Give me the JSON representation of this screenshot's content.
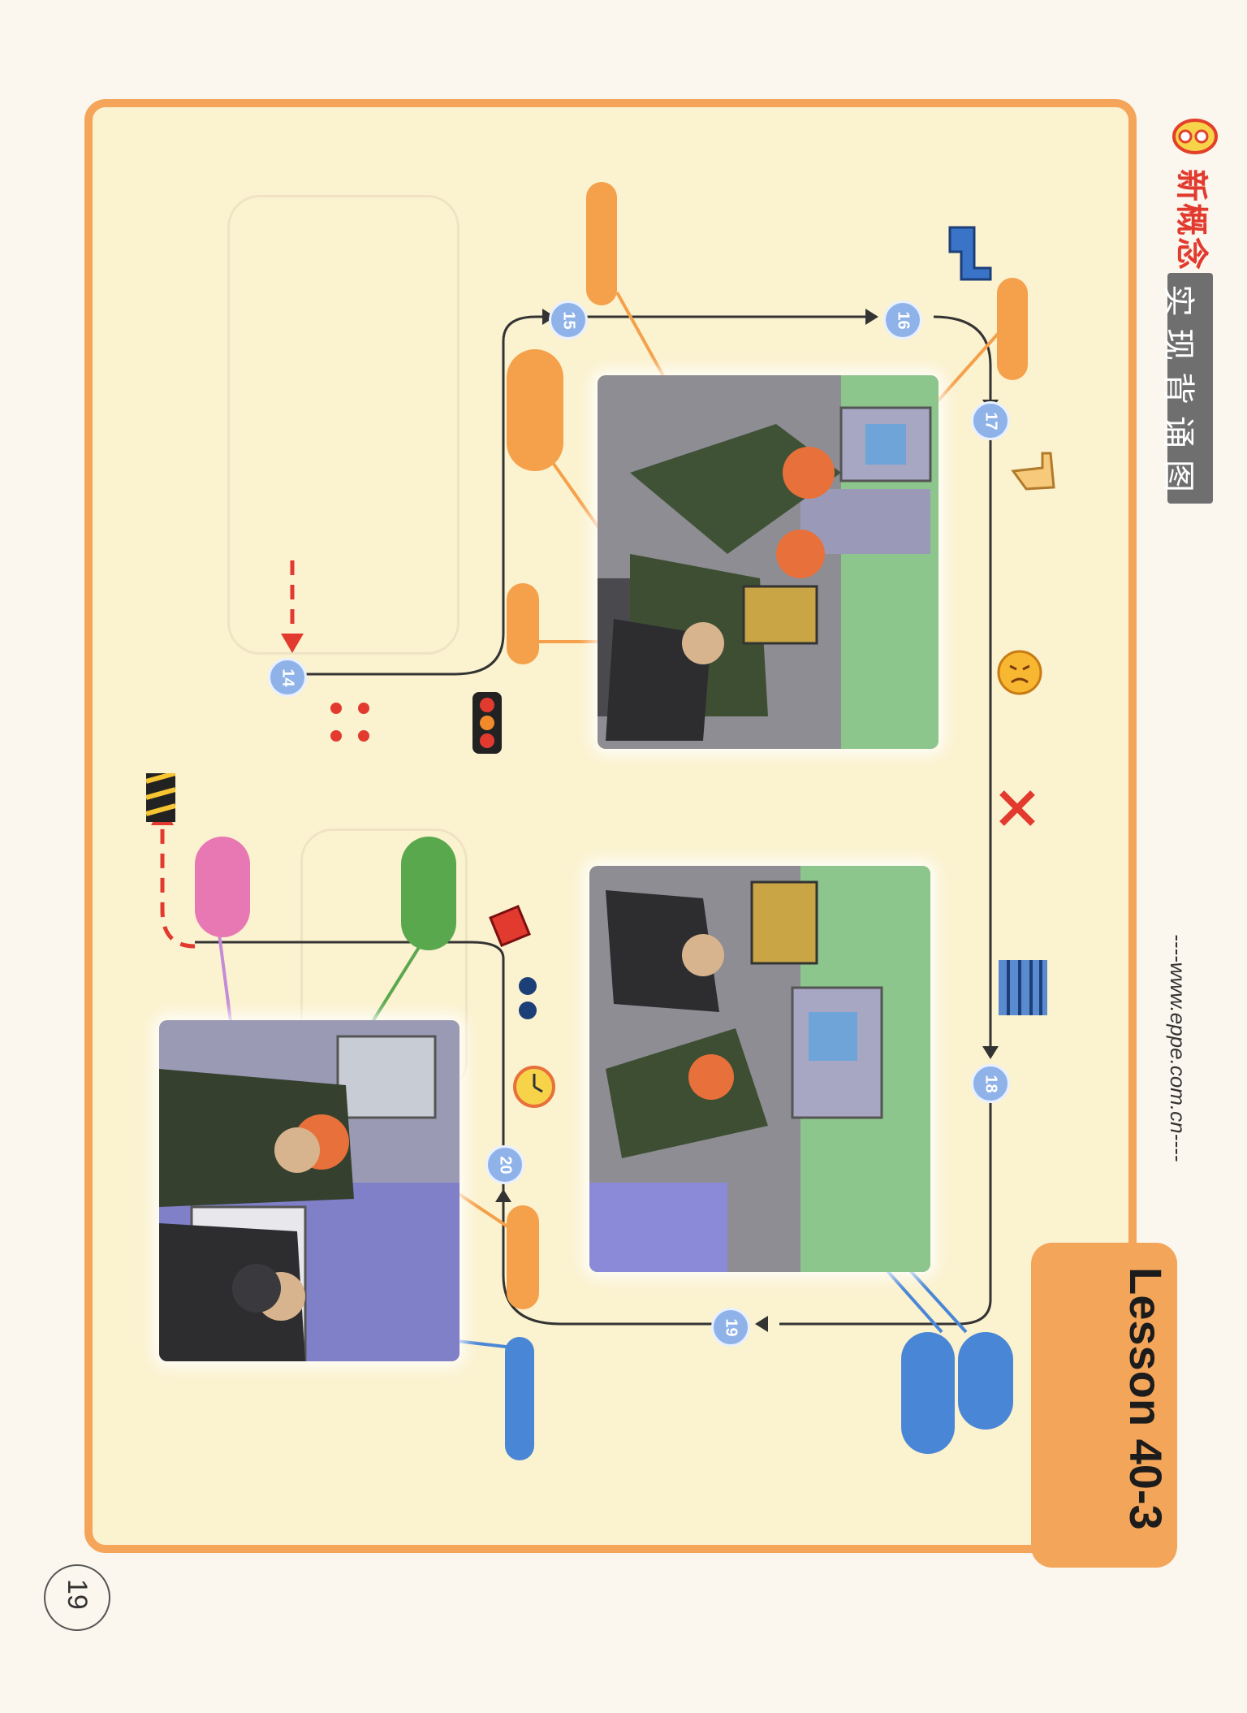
{
  "page": {
    "page_number": "19"
  },
  "header": {
    "brand": "新概念",
    "section_title": "实现背诵图",
    "lesson": "Lesson 40-3",
    "website": "----www.eppe.com.cn----"
  },
  "story_nodes": [
    "14",
    "15",
    "16",
    "17",
    "18",
    "19",
    "20"
  ],
  "icons": {
    "gun": "gun-icon",
    "pointing_hand": "pointing-hand-icon",
    "angry_face": "angry-face-icon",
    "jail": "jail-bars-icon",
    "traffic_light": "traffic-light-icon",
    "phone_box": "phone-box-icon",
    "clock": "clock-icon"
  },
  "colors": {
    "frame": "#f4a55a",
    "background": "#fbf2cf",
    "orange_pill": "#f5a04a",
    "blue_pill": "#4a86d6",
    "green_pill": "#5aa84e",
    "pink_pill": "#e878b4",
    "node": "#8fb3e8",
    "lesson_tab": "#f3a55a"
  }
}
